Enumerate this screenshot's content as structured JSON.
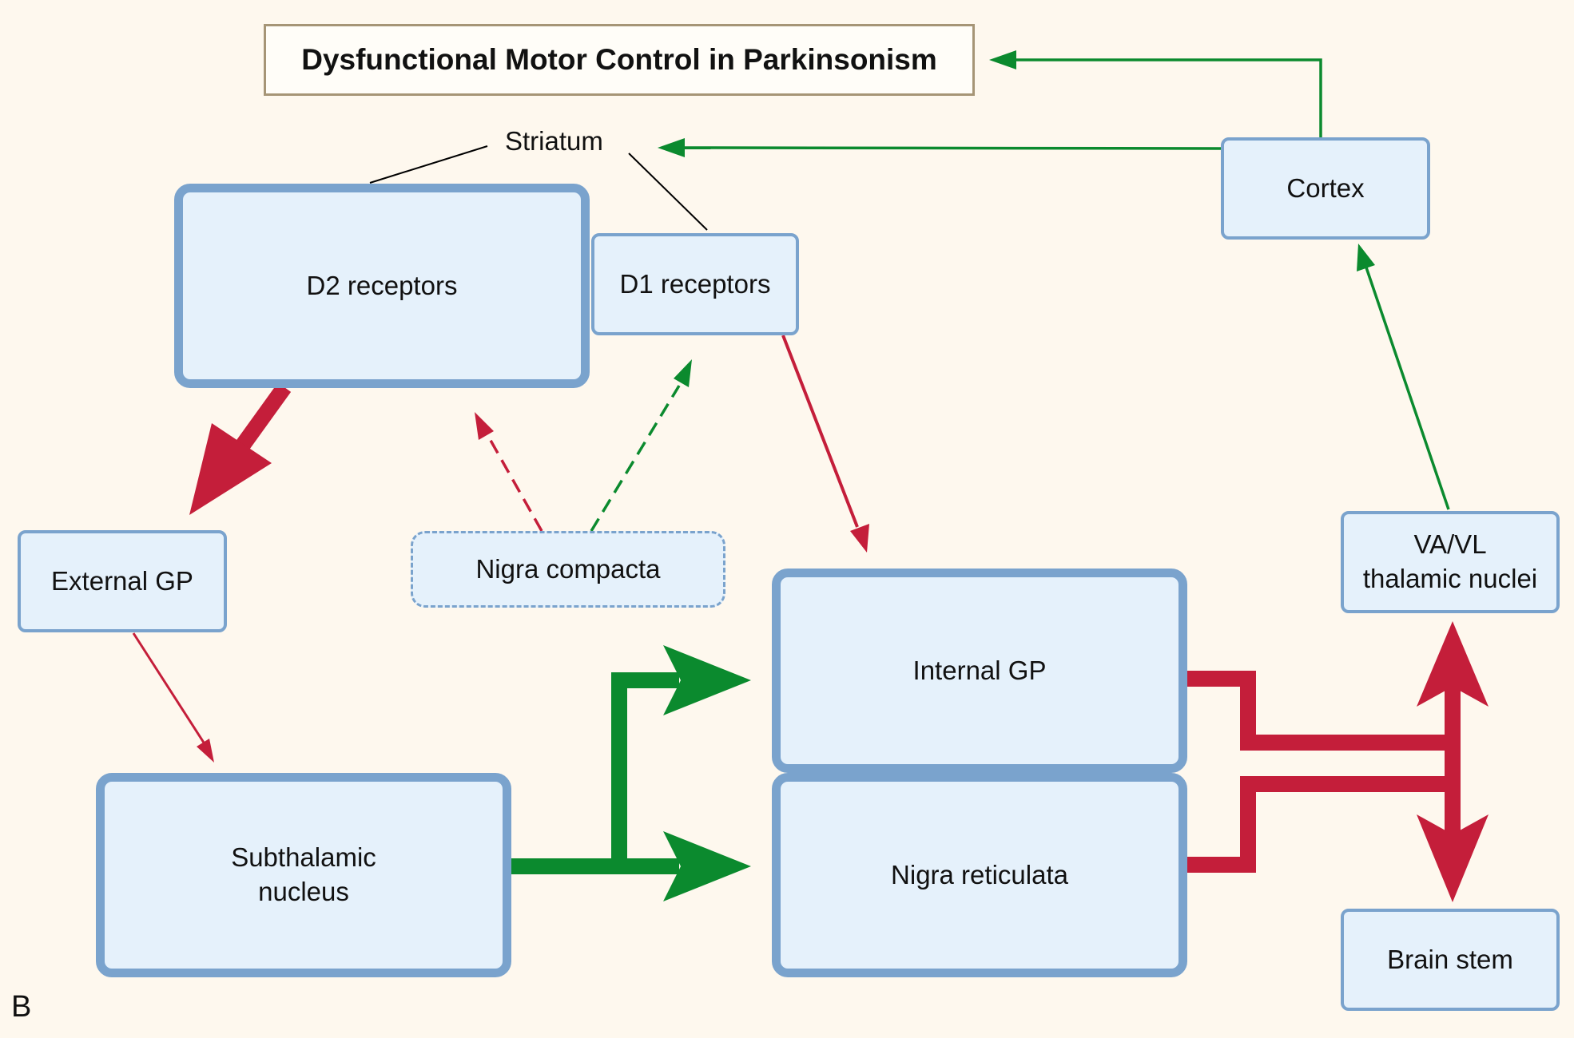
{
  "title": "Dysfunctional Motor Control in Parkinsonism",
  "panel_letter": "B",
  "group_label": "Striatum",
  "nodes": {
    "d2": "D2 receptors",
    "d1": "D1 receptors",
    "cortex": "Cortex",
    "external_gp": "External GP",
    "nigra_compacta": "Nigra compacta",
    "internal_gp": "Internal GP",
    "nigra_reticulata": "Nigra reticulata",
    "subthalamic_line1": "Subthalamic",
    "subthalamic_line2": "nucleus",
    "thalamic_line1": "VA/VL",
    "thalamic_line2": "thalamic nuclei",
    "brain_stem": "Brain stem"
  },
  "colors": {
    "excitatory": "#0b8a2e",
    "inhibitory": "#c41e3a",
    "box_fill": "#e5f1fb",
    "box_border": "#7aa3cd",
    "background": "#fef8ee"
  }
}
